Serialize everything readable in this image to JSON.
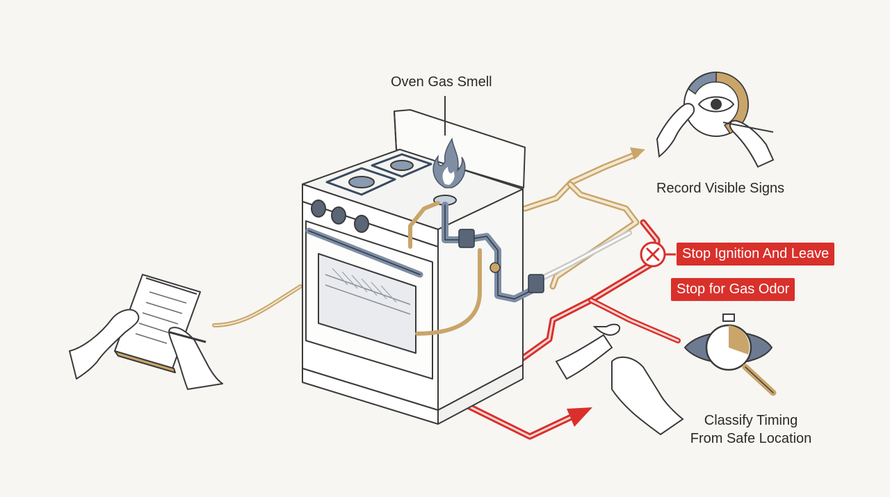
{
  "labels": {
    "title": "Oven Gas Smell",
    "record": "Record Visible Signs",
    "stop_ignition": "Stop Ignition And Leave",
    "stop_gas": "Stop for Gas Odor",
    "classify_line1": "Classify Timing",
    "classify_line2": "From Safe Location"
  },
  "colors": {
    "background": "#f7f6f2",
    "ink": "#3a3a3a",
    "gas_line": "#c9a56a",
    "warning": "#d9302b",
    "steel": "#7d8da3",
    "flame": "#7f8ea3"
  },
  "icons": [
    "gas-stove-illustration",
    "flame-icon",
    "eye-inspection-icon",
    "timer-eye-magnifier-icon",
    "stop-x-icon",
    "clipboard-note-icon",
    "hands-icon"
  ]
}
